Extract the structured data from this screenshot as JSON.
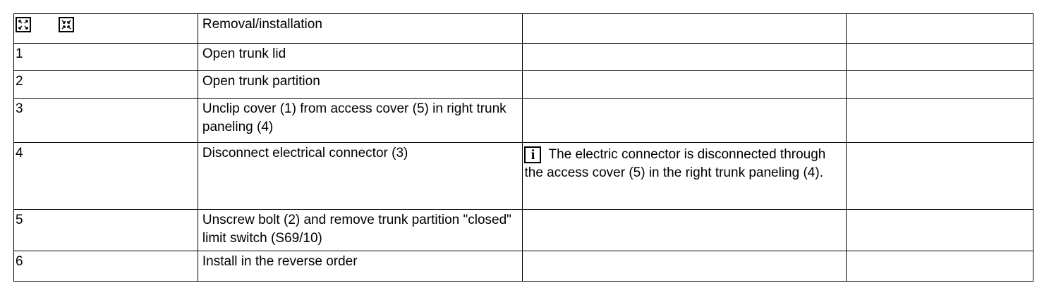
{
  "header": {
    "icons": [
      "expand-arrows-icon",
      "collapse-arrows-icon"
    ],
    "title": "Removal/installation"
  },
  "steps": [
    {
      "number": "1",
      "action": "Open trunk lid",
      "note": ""
    },
    {
      "number": "2",
      "action": "Open trunk partition",
      "note": ""
    },
    {
      "number": "3",
      "action": "Unclip cover (1) from access cover (5) in right trunk paneling (4)",
      "note": ""
    },
    {
      "number": "4",
      "action": "Disconnect electrical connector (3)",
      "note_icon": "info-icon",
      "note_icon_glyph": "i",
      "note": "The electric connector is disconnected through the access cover (5) in the right trunk paneling (4)."
    },
    {
      "number": "5",
      "action": "Unscrew bolt (2) and remove trunk partition \"closed\" limit switch (S69/10)",
      "note": ""
    },
    {
      "number": "6",
      "action": "Install in the reverse order",
      "note": ""
    }
  ]
}
